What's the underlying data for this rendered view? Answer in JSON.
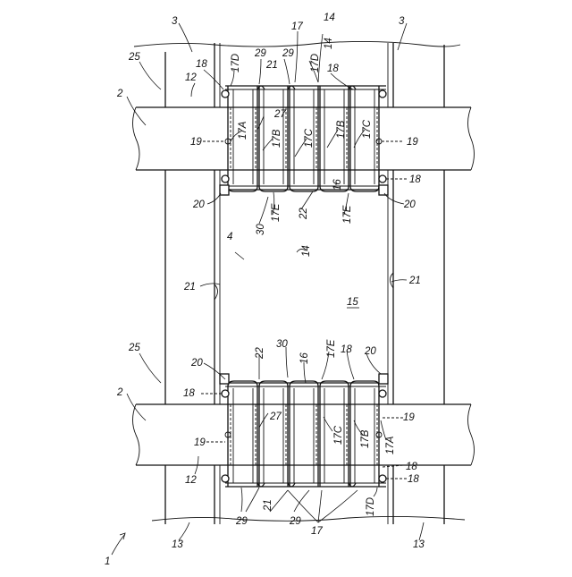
{
  "figure": {
    "labels": {
      "figure_ref": "1",
      "rail": "2",
      "tie_end": "3",
      "tie_module": "4",
      "tie_top_left": "12",
      "tie_bottom_left": "13",
      "deck": "14",
      "panel": "15",
      "bracket": "16",
      "clip": "17",
      "clip_a": "17A",
      "clip_b": "17B",
      "clip_c": "17C",
      "clip_d": "17D",
      "clip_e": "17E",
      "bolt": "18",
      "stud": "19",
      "nut": "20",
      "side": "21",
      "bar": "22",
      "zone": "25",
      "hole": "27",
      "loop": "29",
      "frame": "30"
    }
  }
}
